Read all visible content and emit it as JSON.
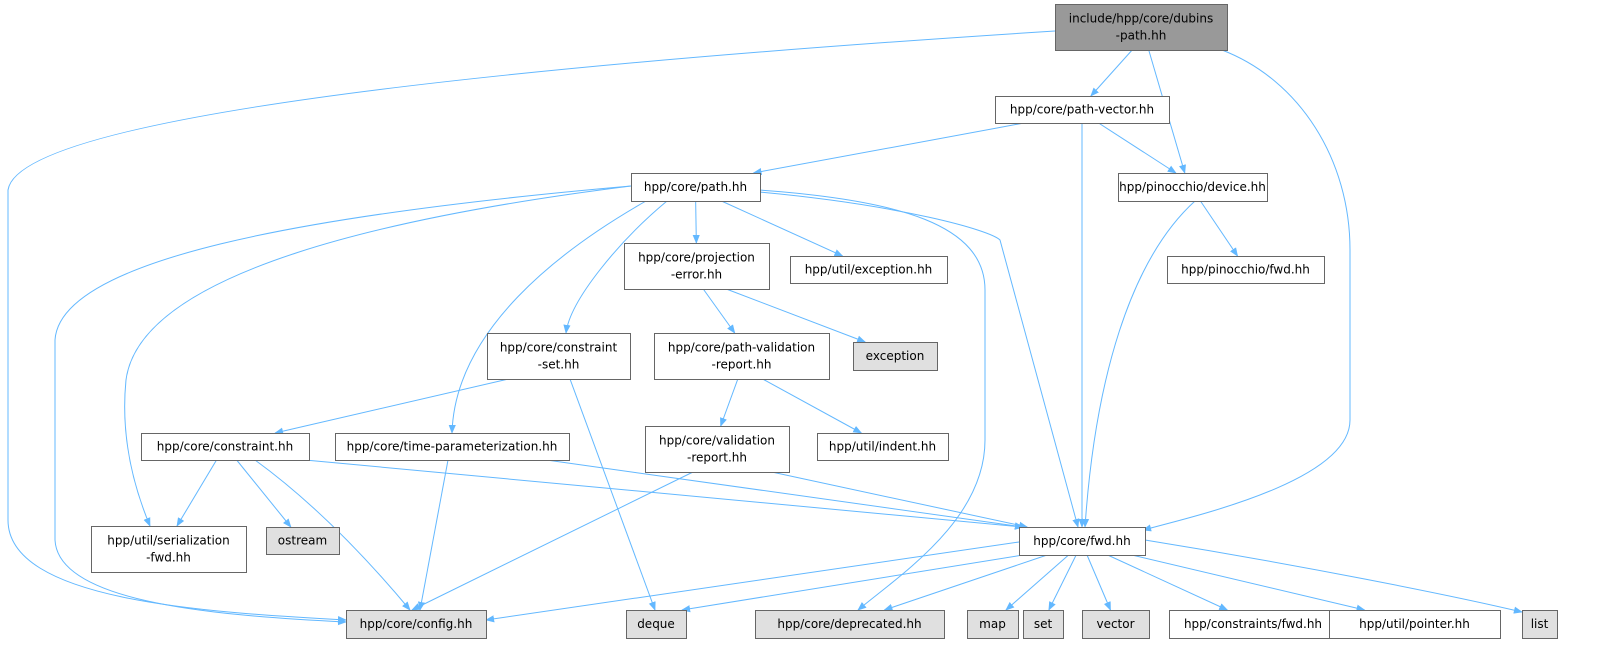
{
  "graph": {
    "title": "include/hpp/core/dubins-path.hh include dependency graph",
    "colors": {
      "edge": "#63b8ff",
      "root_fill": "#999999",
      "external_fill": "#e0e0e0",
      "internal_fill": "#ffffff"
    },
    "nodes": {
      "root": {
        "lines": [
          "include/hpp/core/dubins",
          "-path.hh"
        ],
        "kind": "root"
      },
      "path_vector": {
        "lines": [
          "hpp/core/path-vector.hh"
        ],
        "kind": "internal"
      },
      "path": {
        "lines": [
          "hpp/core/path.hh"
        ],
        "kind": "internal"
      },
      "device": {
        "lines": [
          "hpp/pinocchio/device.hh"
        ],
        "kind": "internal"
      },
      "projection": {
        "lines": [
          "hpp/core/projection",
          "-error.hh"
        ],
        "kind": "internal"
      },
      "util_exception": {
        "lines": [
          "hpp/util/exception.hh"
        ],
        "kind": "internal"
      },
      "pinocchio_fwd": {
        "lines": [
          "hpp/pinocchio/fwd.hh"
        ],
        "kind": "internal"
      },
      "constraint_set": {
        "lines": [
          "hpp/core/constraint",
          "-set.hh"
        ],
        "kind": "internal"
      },
      "path_validation": {
        "lines": [
          "hpp/core/path-validation",
          "-report.hh"
        ],
        "kind": "internal"
      },
      "exception": {
        "lines": [
          "exception"
        ],
        "kind": "external"
      },
      "constraint": {
        "lines": [
          "hpp/core/constraint.hh"
        ],
        "kind": "internal"
      },
      "time_param": {
        "lines": [
          "hpp/core/time-parameterization.hh"
        ],
        "kind": "internal"
      },
      "validation_report": {
        "lines": [
          "hpp/core/validation",
          "-report.hh"
        ],
        "kind": "internal"
      },
      "indent": {
        "lines": [
          "hpp/util/indent.hh"
        ],
        "kind": "internal"
      },
      "serialization": {
        "lines": [
          "hpp/util/serialization",
          "-fwd.hh"
        ],
        "kind": "internal"
      },
      "ostream": {
        "lines": [
          "ostream"
        ],
        "kind": "external"
      },
      "fwd": {
        "lines": [
          "hpp/core/fwd.hh"
        ],
        "kind": "internal"
      },
      "config": {
        "lines": [
          "hpp/core/config.hh"
        ],
        "kind": "external"
      },
      "deque": {
        "lines": [
          "deque"
        ],
        "kind": "external"
      },
      "deprecated": {
        "lines": [
          "hpp/core/deprecated.hh"
        ],
        "kind": "external"
      },
      "map": {
        "lines": [
          "map"
        ],
        "kind": "external"
      },
      "set": {
        "lines": [
          "set"
        ],
        "kind": "external"
      },
      "vector": {
        "lines": [
          "vector"
        ],
        "kind": "external"
      },
      "constraints_fwd": {
        "lines": [
          "hpp/constraints/fwd.hh"
        ],
        "kind": "internal"
      },
      "pointer": {
        "lines": [
          "hpp/util/pointer.hh"
        ],
        "kind": "internal"
      },
      "list": {
        "lines": [
          "list"
        ],
        "kind": "external"
      }
    },
    "edges": [
      [
        "root",
        "config"
      ],
      [
        "root",
        "path_vector"
      ],
      [
        "root",
        "device"
      ],
      [
        "root",
        "fwd"
      ],
      [
        "path_vector",
        "path"
      ],
      [
        "path_vector",
        "fwd"
      ],
      [
        "path_vector",
        "device"
      ],
      [
        "path",
        "projection"
      ],
      [
        "path",
        "util_exception"
      ],
      [
        "path",
        "constraint_set"
      ],
      [
        "path",
        "time_param"
      ],
      [
        "path",
        "serialization"
      ],
      [
        "path",
        "config"
      ],
      [
        "path",
        "deprecated"
      ],
      [
        "path",
        "fwd"
      ],
      [
        "device",
        "fwd"
      ],
      [
        "device",
        "pinocchio_fwd"
      ],
      [
        "projection",
        "path_validation"
      ],
      [
        "projection",
        "exception"
      ],
      [
        "constraint_set",
        "constraint"
      ],
      [
        "constraint_set",
        "deque"
      ],
      [
        "path_validation",
        "validation_report"
      ],
      [
        "path_validation",
        "indent"
      ],
      [
        "constraint",
        "serialization"
      ],
      [
        "constraint",
        "ostream"
      ],
      [
        "constraint",
        "config"
      ],
      [
        "constraint",
        "fwd"
      ],
      [
        "time_param",
        "config"
      ],
      [
        "time_param",
        "fwd"
      ],
      [
        "validation_report",
        "config"
      ],
      [
        "validation_report",
        "fwd"
      ],
      [
        "fwd",
        "config"
      ],
      [
        "fwd",
        "deque"
      ],
      [
        "fwd",
        "deprecated"
      ],
      [
        "fwd",
        "map"
      ],
      [
        "fwd",
        "set"
      ],
      [
        "fwd",
        "vector"
      ],
      [
        "fwd",
        "constraints_fwd"
      ],
      [
        "fwd",
        "pointer"
      ],
      [
        "fwd",
        "list"
      ]
    ]
  }
}
